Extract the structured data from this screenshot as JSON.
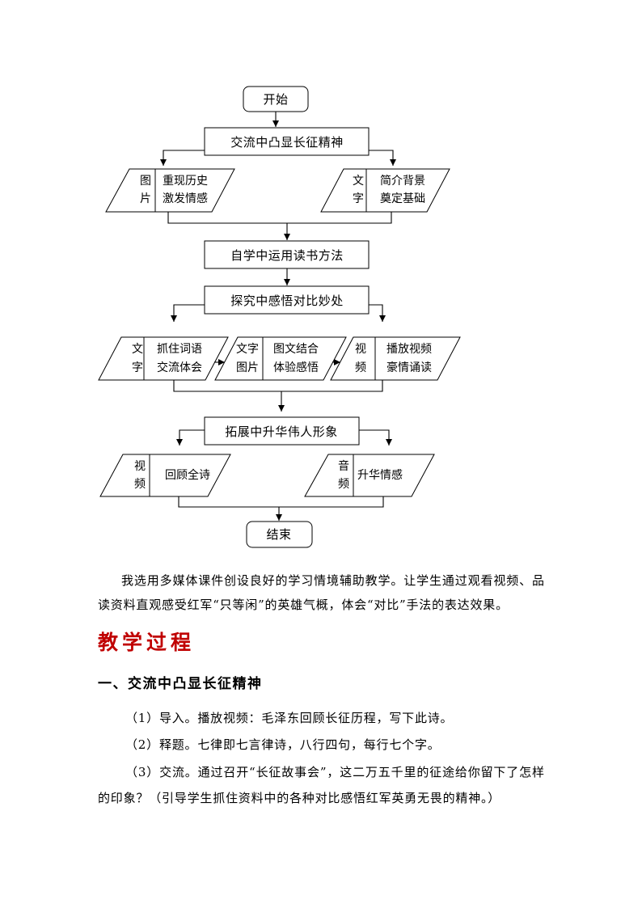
{
  "flowchart": {
    "start": "开始",
    "end": "结束",
    "stages": [
      {
        "title": "交流中凸显长征精神",
        "branches": [
          {
            "media": [
              "图",
              "片"
            ],
            "desc": [
              "重现历史",
              "激发情感"
            ]
          },
          {
            "media": [
              "文",
              "字"
            ],
            "desc": [
              "简介背景",
              "奠定基础"
            ]
          }
        ]
      },
      {
        "title": "自学中运用读书方法"
      },
      {
        "title": "探究中感悟对比妙处",
        "branches": [
          {
            "media": [
              "文",
              "字"
            ],
            "desc": [
              "抓住词语",
              "交流体会"
            ]
          },
          {
            "media": [
              "文字",
              "图片"
            ],
            "desc": [
              "图文结合",
              "体验感悟"
            ]
          },
          {
            "media": [
              "视",
              "频"
            ],
            "desc": [
              "播放视频",
              "豪情诵读"
            ]
          }
        ]
      },
      {
        "title": "拓展中升华伟人形象",
        "branches": [
          {
            "media": [
              "视",
              "频"
            ],
            "desc": [
              "回顾全诗"
            ]
          },
          {
            "media": [
              "音",
              "频"
            ],
            "desc": [
              "升华情感"
            ]
          }
        ]
      }
    ]
  },
  "intro": {
    "lines": [
      "我选用多媒体课件创设良好的学习情境辅助教学。让学生通过观看视频、品",
      "读资料直观感受红军“只等闲”的英雄气概，体会“对比”手法的表达效果。"
    ]
  },
  "section_heading": "教学过程",
  "section_one": {
    "title": "一、交流中凸显长征精神",
    "lines": [
      "（1）导入。播放视频：毛泽东回顾长征历程，写下此诗。",
      "（2）释题。七律即七言律诗，八行四句，每行七个字。",
      "（3）交流。通过召开“长征故事会”，这二万五千里的征途给你留下了怎样",
      "的印象？（引导学生抓住资料中的各种对比感悟红军英勇无畏的精神。）"
    ]
  },
  "colors": {
    "heading": "#c00000",
    "text": "#000000"
  }
}
